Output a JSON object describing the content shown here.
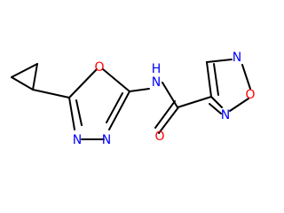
{
  "molecule": {
    "atoms": {
      "o_ring1": {
        "symbol": "O",
        "color": "#ff0000"
      },
      "nh": {
        "symbol": "N",
        "h": "H",
        "color": "#0000ff"
      },
      "n3": {
        "symbol": "N",
        "color": "#0000ff"
      },
      "n4": {
        "symbol": "N",
        "color": "#0000ff"
      },
      "n_fz1": {
        "symbol": "N",
        "color": "#0000ff"
      },
      "o_fz": {
        "symbol": "O",
        "color": "#ff0000"
      },
      "n_fz2": {
        "symbol": "N",
        "color": "#0000ff"
      },
      "o_carbonyl": {
        "symbol": "O",
        "color": "#ff0000"
      }
    }
  }
}
